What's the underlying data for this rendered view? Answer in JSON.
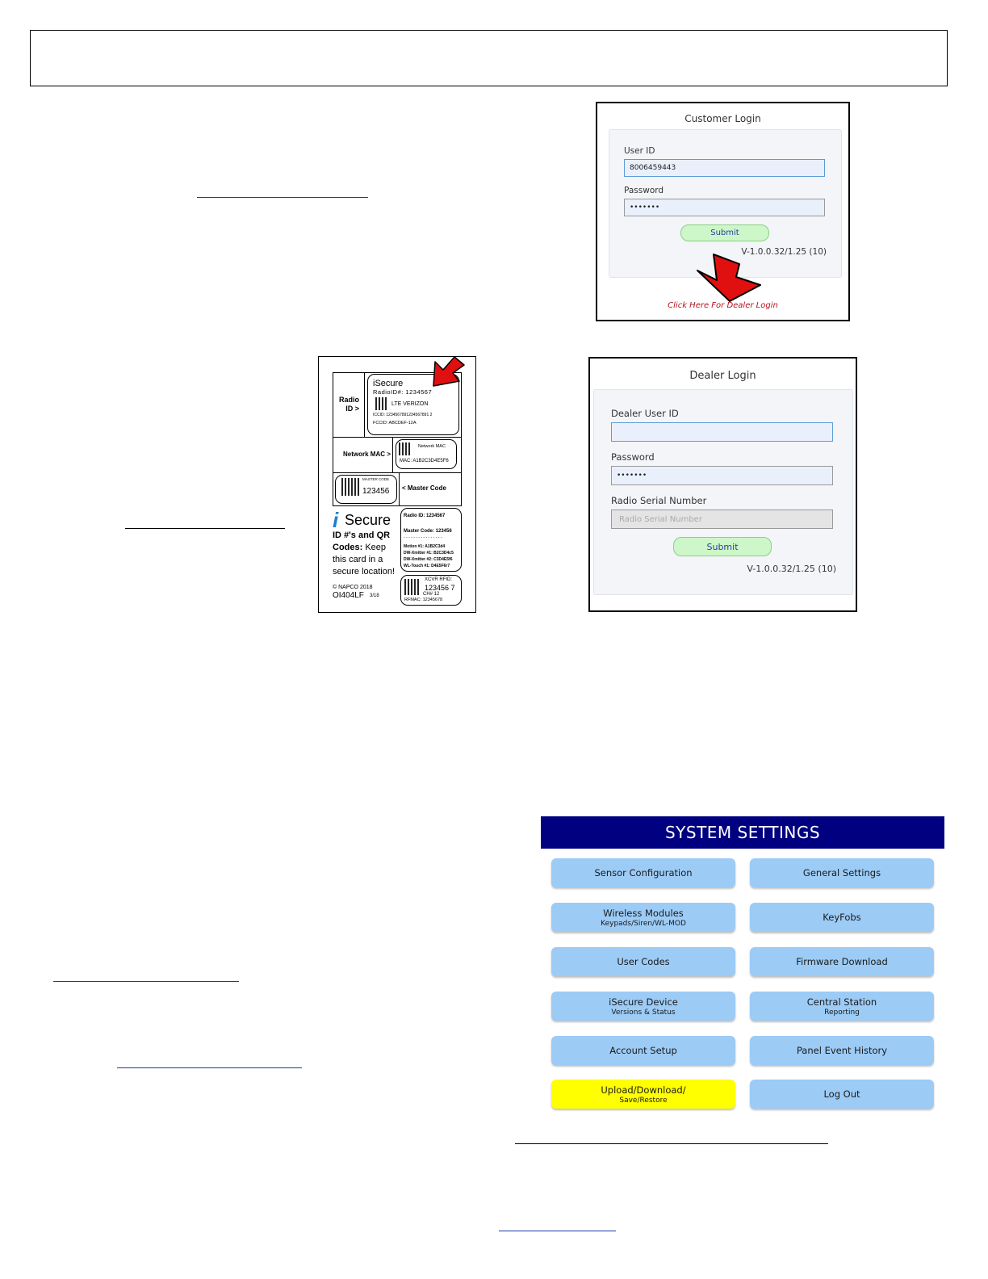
{
  "header": {
    "text": ""
  },
  "customer_login": {
    "title": "Customer Login",
    "user_id_label": "User ID",
    "user_id_value": "8006459443",
    "password_label": "Password",
    "password_value": "•••••••",
    "submit_label": "Submit",
    "version": "V-1.0.0.32/1.25 (10)",
    "dealer_link": "Click Here For Dealer Login"
  },
  "dealer_login": {
    "title": "Dealer Login",
    "user_id_label": "Dealer User ID",
    "user_id_value": "",
    "password_label": "Password",
    "password_value": "•••••••",
    "radio_serial_label": "Radio Serial Number",
    "radio_serial_placeholder": "Radio Serial Number",
    "submit_label": "Submit",
    "version": "V-1.0.0.32/1.25 (10)"
  },
  "id_card": {
    "radio_id_label": "Radio\nID >",
    "radio_brand": "iSecure",
    "radio_id": "RadioID#:  1234567",
    "network": "LTE VERIZON",
    "iccid": "ICCID:  1234567891234567891 2",
    "fccid": "FCCID:  ABCDEF-12A",
    "network_mac_label": "Network MAC >",
    "network_mac_title": "Network MAC",
    "mac": "MAC:  A1B2C3D4E5F6",
    "master_code_title": "MASTER CODE",
    "master_code": "123456",
    "master_code_label": "< Master Code",
    "logo_i": "i",
    "logo_secure": "Secure",
    "tagline_1": "ID #'s and QR",
    "tagline_2": "Codes:",
    "tagline_3": " Keep",
    "tagline_4": "this card in a",
    "tagline_5": "secure location!",
    "copyright": "© NAPCO 2018",
    "part": "OI404LF",
    "part_date": "3/18",
    "radio_id_summary": "Radio ID: 1234567",
    "master_code_summary": "Master Code: 123456",
    "dashes": "- - - - - - - - - - - - - - - -",
    "motion": "Motion #1:  A1B2C3d4",
    "dw1": "DW-Xmitter #1:  B2C3D4c5",
    "dw2": "DW-Xmitter #2:  C3D4E5f6",
    "wl": "WL-Touch #1:  D4E5F6r7",
    "xcvr_label": "XCVR RFID:",
    "xcvr_value": "123456 7",
    "ch": "CH#  12",
    "rfmac": "RFMAC:  12345678"
  },
  "system_settings": {
    "title": "SYSTEM SETTINGS",
    "buttons": [
      {
        "label": "Sensor Configuration",
        "sub": ""
      },
      {
        "label": "General Settings",
        "sub": ""
      },
      {
        "label": "Wireless Modules",
        "sub": "Keypads/Siren/WL-MOD"
      },
      {
        "label": "KeyFobs",
        "sub": ""
      },
      {
        "label": "User Codes",
        "sub": ""
      },
      {
        "label": "Firmware Download",
        "sub": ""
      },
      {
        "label": "iSecure Device",
        "sub": "Versions & Status"
      },
      {
        "label": "Central Station",
        "sub": "Reporting"
      },
      {
        "label": "Account Setup",
        "sub": ""
      },
      {
        "label": "Panel Event History",
        "sub": ""
      },
      {
        "label": "Upload/Download/",
        "sub": "Save/Restore"
      },
      {
        "label": "Log Out",
        "sub": ""
      }
    ]
  }
}
